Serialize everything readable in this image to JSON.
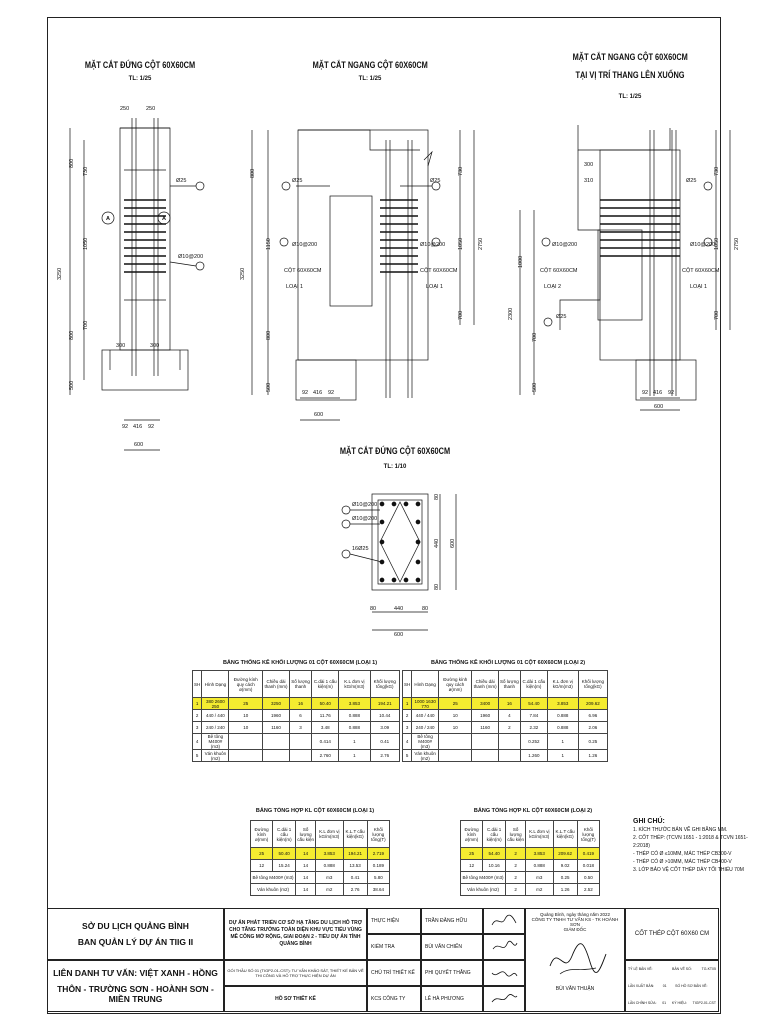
{
  "views": {
    "v1": {
      "title": "MẶT CẮT ĐỨNG CỘT 60X60CM",
      "scale": "TL: 1/25",
      "dims_top": [
        "250",
        "250"
      ],
      "dims_left": [
        "800",
        "730",
        "1050",
        "700",
        "800",
        "500"
      ],
      "dim_total": "3250",
      "dims_bottom": [
        "92",
        "416",
        "92"
      ],
      "dim_bottom_total": "600",
      "dims_base": [
        "300",
        "300"
      ],
      "labels": [
        "Ø25",
        "Ø10@200"
      ],
      "markers": [
        "A",
        "A"
      ]
    },
    "v2": {
      "title": "MẶT CẮT NGANG CỘT 60X60CM",
      "scale": "TL: 1/25",
      "dims_left": [
        "800",
        "1150",
        "800",
        "500"
      ],
      "dim_total": "3250",
      "dims_right": [
        "730",
        "1050",
        "700"
      ],
      "dim_right_total": "2750",
      "dims_bottom": [
        "92",
        "416",
        "92"
      ],
      "dim_bottom_total": "600",
      "labels": [
        "Ø25",
        "Ø10@200",
        "CỘT 60X60CM",
        "LOẠI 1"
      ]
    },
    "v3": {
      "title": "MẶT CẮT NGANG CỘT 60X60CM",
      "title2": "TẠI VỊ TRÍ THANG LÊN XUỐNG",
      "scale": "TL: 1/25",
      "dims_left": [
        "1000",
        "700",
        "500"
      ],
      "dim_total": "2300",
      "dims_right": [
        "730",
        "1050",
        "700"
      ],
      "dim_right_total": "2750",
      "dims_bottom": [
        "92",
        "416",
        "92"
      ],
      "dim_bottom_total": "600",
      "dims_top": [
        "300",
        "310"
      ],
      "labels": [
        "Ø25",
        "Ø10@200",
        "CỘT 60X60CM",
        "LOẠI 2",
        "LOẠI 1"
      ]
    },
    "v4": {
      "title": "MẶT CẮT ĐỨNG CỘT 60X60CM",
      "scale": "TL: 1/10",
      "labels": [
        "Ø10@200",
        "Ø10@200",
        "16Ø25"
      ],
      "dims_right": [
        "80",
        "440",
        "80"
      ],
      "dim_right_total": "600",
      "dims_bottom": [
        "80",
        "440",
        "80"
      ],
      "dim_bottom_total": "600"
    }
  },
  "table1": {
    "title": "BẢNG THỐNG KÊ KHỐI LƯỢNG 01 CỘT 60X60CM (LOẠI 1)",
    "headers": [
      "SH",
      "Hình Dạng",
      "Đường kính quy cách ø(mm)",
      "Chiều dài thanh (mm)",
      "Số lượng thanh",
      "C.dài 1 cấu kiện(m)",
      "K.L đơn vị kG/m(m3)",
      "Khối lượng tổng(kG)"
    ],
    "rows": [
      {
        "sh": "1",
        "shape": "380  2600  250",
        "dia": "25",
        "len": "3250",
        "qty": "16",
        "cd": "50.40",
        "kl": "3.853",
        "tot": "194.21",
        "hl": true
      },
      {
        "sh": "2",
        "shape": "440 / 440",
        "dia": "10",
        "len": "1960",
        "qty": "6",
        "cd": "11.76",
        "kl": "0.888",
        "tot": "10.44",
        "hl": false
      },
      {
        "sh": "3",
        "shape": "240 / 240",
        "dia": "10",
        "len": "1160",
        "qty": "3",
        "cd": "3.48",
        "kl": "0.888",
        "tot": "3.09",
        "hl": false
      },
      {
        "sh": "4",
        "shape": "Bê tông M400# (m3)",
        "dia": "",
        "len": "",
        "qty": "",
        "cd": "0.414",
        "kl": "1",
        "tot": "0.41",
        "hl": false
      },
      {
        "sh": "5",
        "shape": "Ván khuôn (m2)",
        "dia": "",
        "len": "",
        "qty": "",
        "cd": "2.760",
        "kl": "1",
        "tot": "2.76",
        "hl": false
      }
    ]
  },
  "table2": {
    "title": "BẢNG THỐNG KÊ KHỐI LƯỢNG 01 CỘT 60X60CM (LOẠI 2)",
    "headers": [
      "SH",
      "Hình Dạng",
      "Đường kính quy cách ø(mm)",
      "Chiều dài thanh (mm)",
      "Số lượng thanh",
      "C.dài 1 cấu kiện(m)",
      "K.L đơn vị kG/m(m3)",
      "Khối lượng tổng(kG)"
    ],
    "rows": [
      {
        "sh": "1",
        "shape": "1000  1630  770",
        "dia": "25",
        "len": "3400",
        "qty": "16",
        "cd": "54.40",
        "kl": "3.853",
        "tot": "209.62",
        "hl": true
      },
      {
        "sh": "2",
        "shape": "440 / 440",
        "dia": "10",
        "len": "1960",
        "qty": "4",
        "cd": "7.84",
        "kl": "0.888",
        "tot": "6.96",
        "hl": false
      },
      {
        "sh": "3",
        "shape": "240 / 240",
        "dia": "10",
        "len": "1160",
        "qty": "2",
        "cd": "2.32",
        "kl": "0.888",
        "tot": "2.06",
        "hl": false
      },
      {
        "sh": "4",
        "shape": "Bê tông M400# (m3)",
        "dia": "",
        "len": "",
        "qty": "",
        "cd": "0.252",
        "kl": "1",
        "tot": "0.25",
        "hl": false
      },
      {
        "sh": "5",
        "shape": "Ván khuôn (m2)",
        "dia": "",
        "len": "",
        "qty": "",
        "cd": "1.260",
        "kl": "1",
        "tot": "1.26",
        "hl": false
      }
    ]
  },
  "table3": {
    "title": "BẢNG TỔNG HỢP KL CỘT 60X60CM (LOẠI 1)",
    "headers": [
      "Đường kính ø(mm)",
      "C.dài 1 cấu kiện(m)",
      "Số lượng cấu kiện",
      "K.L đơn vị kG/m(m3)",
      "K.L.T cấu kiện(kG)",
      "Khối lượng tổng(T)"
    ],
    "rows": [
      {
        "c": [
          "25",
          "50.40",
          "14",
          "3.853",
          "194.21",
          "2.719"
        ],
        "hl": true
      },
      {
        "c": [
          "12",
          "15.24",
          "14",
          "0.888",
          "13.53",
          "0.189"
        ],
        "hl": false
      },
      {
        "c": [
          "Bê tông M400# (m3)",
          "",
          "14",
          "m3",
          "0.41",
          "5.80"
        ],
        "hl": false,
        "span": true
      },
      {
        "c": [
          "Ván khuôn (m2)",
          "",
          "14",
          "m2",
          "2.76",
          "38.64"
        ],
        "hl": false,
        "span": true
      }
    ]
  },
  "table4": {
    "title": "BẢNG TỔNG HỢP KL CỘT 60X60CM (LOẠI 2)",
    "headers": [
      "Đường kính ø(mm)",
      "C.dài 1 cấu kiện(m)",
      "Số lượng cấu kiện",
      "K.L đơn vị kG/m(m3)",
      "K.L.T cấu kiện(kG)",
      "Khối lượng tổng(T)"
    ],
    "rows": [
      {
        "c": [
          "25",
          "54.40",
          "2",
          "3.853",
          "209.62",
          "0.419"
        ],
        "hl": true
      },
      {
        "c": [
          "12",
          "10.16",
          "2",
          "0.888",
          "9.02",
          "0.018"
        ],
        "hl": false
      },
      {
        "c": [
          "Bê tông M400# (m3)",
          "",
          "2",
          "m3",
          "0.25",
          "0.50"
        ],
        "hl": false,
        "span": true
      },
      {
        "c": [
          "Ván khuôn (m2)",
          "",
          "2",
          "m2",
          "1.26",
          "2.52"
        ],
        "hl": false,
        "span": true
      }
    ]
  },
  "notes": {
    "title": "GHI CHÚ:",
    "items": [
      "1. KÍCH THƯỚC BẢN VẼ GHI BẰNG MM.",
      "2. CỐT THÉP: (TCVN 1651 - 1:2018 & TCVN 1651-2:2018)",
      "- THÉP CÓ Ø ≤10MM, MÁC THÉP CB300-V",
      "- THÉP CÓ Ø >10MM, MÁC THÉP CB400-V",
      "3. LỚP BẢO VỆ CỐT THÉP DÀY TỐI THIỂU 70M"
    ]
  },
  "titleblock": {
    "owner1": "SỞ DU LỊCH QUẢNG BÌNH",
    "owner2": "BAN QUẢN LÝ DỰ ÁN TIIG II",
    "consult1": "LIÊN DANH TƯ VẤN: VIỆT XANH - HỒNG",
    "consult2": "THÔN - TRƯỜNG SƠN - HOÀNH SƠN - MIỀN TRUNG",
    "project": "DỰ ÁN PHÁT TRIỂN CƠ SỞ HẠ TẦNG DU LỊCH HỖ TRỢ CHO TĂNG TRƯỞNG TOÀN DIỆN KHU VỰC TIỂU VÙNG MÊ CÔNG MỞ RỘNG, GIAI ĐOẠN 2 - TIỂU DỰ ÁN TỈNH QUẢNG BÌNH",
    "package": "GÓI THẦU SỐ 01 (TIGP2-01-CST): TƯ VẤN KHẢO SÁT, THIẾT KẾ BẢN VẼ THI CÔNG VÀ HỖ TRỢ THỰC HIỆN DỰ ÁN",
    "doc": "HỒ SƠ THIẾT KẾ",
    "roles": [
      {
        "role": "THỰC HIỆN",
        "name": "TRẦN ĐĂNG HỮU"
      },
      {
        "role": "KIỂM TRA",
        "name": "BÙI VĂN CHIẾN"
      },
      {
        "role": "CHỦ TRÌ THIẾT KẾ",
        "name": "PHI QUYẾT THẮNG"
      },
      {
        "role": "KCS CÔNG TY",
        "name": "LÊ HÀ PHƯƠNG"
      }
    ],
    "date_line": "Quảng Bình, ngày     tháng     năm 2022",
    "company": "CÔNG TY TNHH TƯ VẤN KS - TK HOÀNH SƠN",
    "director": "GIÁM ĐỐC",
    "director_name": "BÙI VĂN THUẬN",
    "drawing_title": "CỐT THÉP CỘT 60X60 CM",
    "meta": [
      {
        "k": "TỶ LỆ BẢN VẼ:",
        "v": "",
        "k2": "BẢN VẼ SỐ:",
        "v2": "TG-KT05"
      },
      {
        "k": "LẦN XUẤT BẢN:",
        "v": "01",
        "k2": "SỐ HỒ SƠ BẢN VẼ:",
        "v2": ""
      },
      {
        "k": "LẦN CHỈNH SỬA:",
        "v": "01",
        "k2": "KÝ HIỆU:",
        "v2": "TIGP2-01-CST"
      }
    ]
  }
}
